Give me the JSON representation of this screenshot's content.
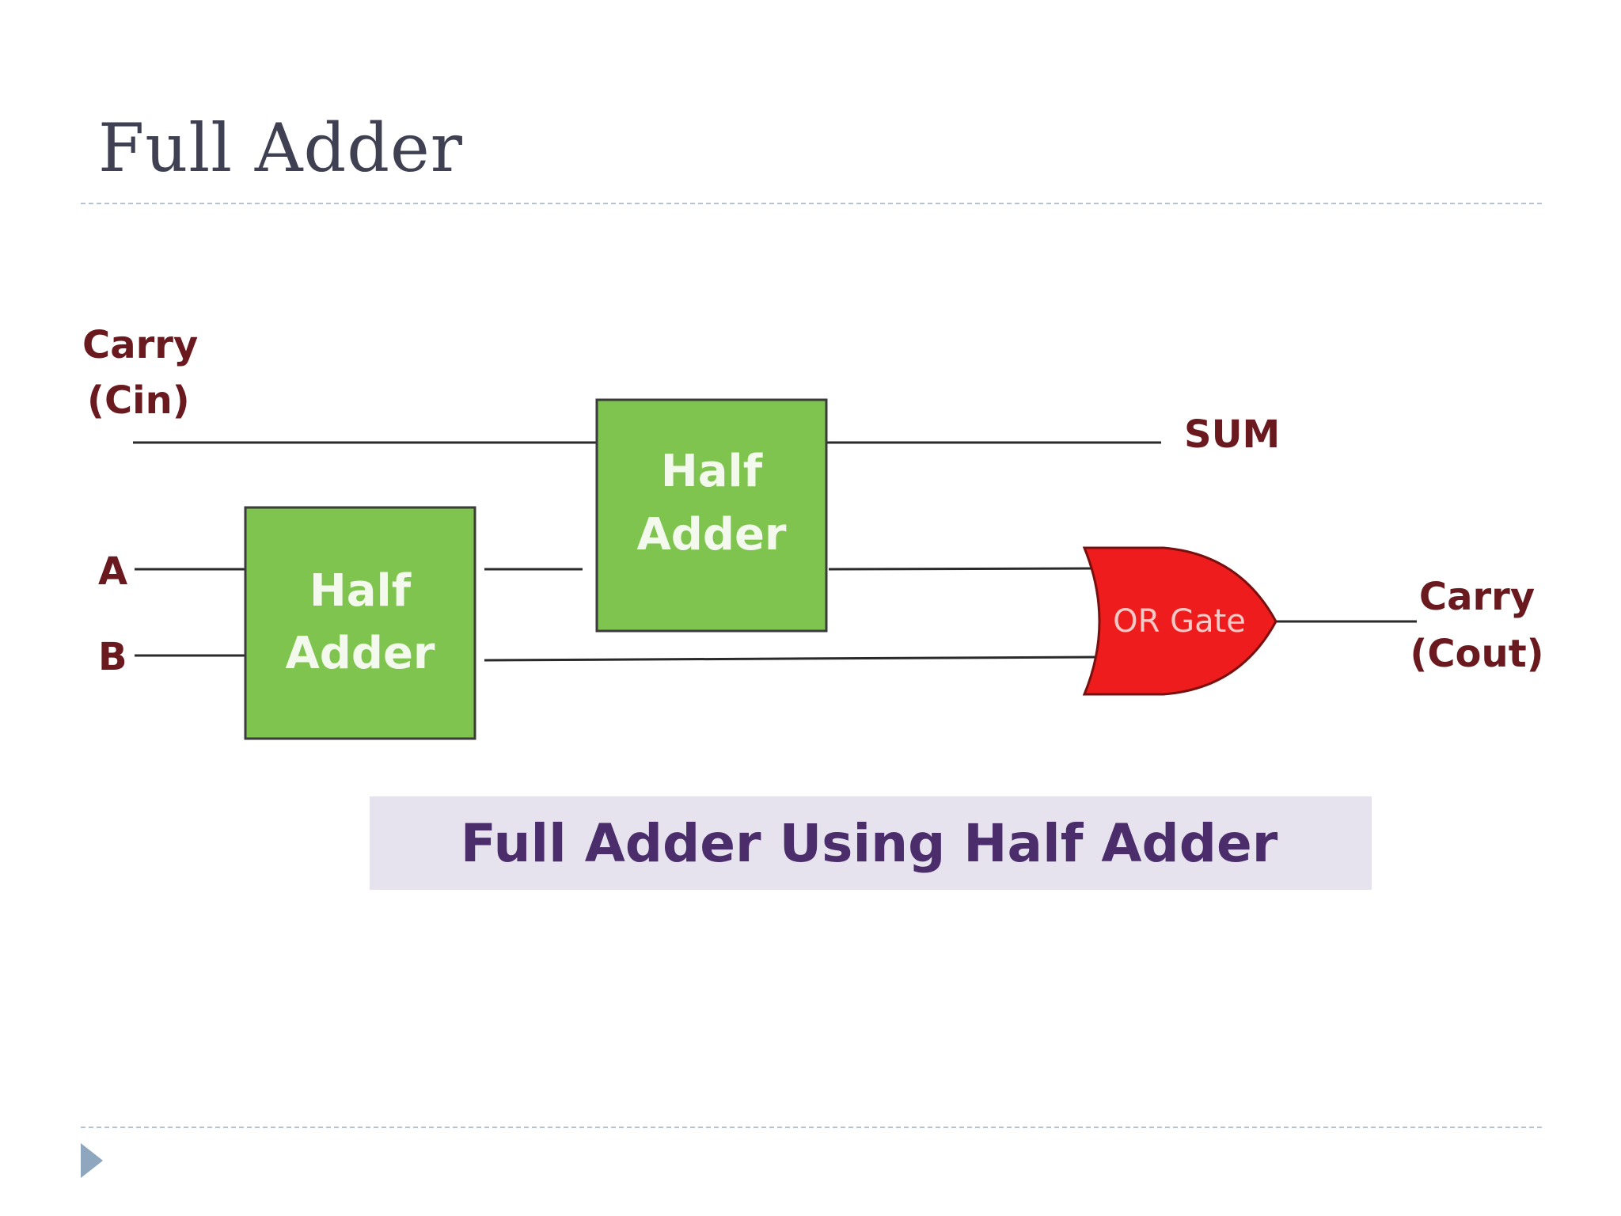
{
  "slide": {
    "title": "Full Adder"
  },
  "diagram": {
    "inputs": {
      "carry_in_line1": "Carry",
      "carry_in_line2": "(Cin)",
      "a": "A",
      "b": "B"
    },
    "half_adder_1": {
      "line1": "Half",
      "line2": "Adder"
    },
    "half_adder_2": {
      "line1": "Half",
      "line2": "Adder"
    },
    "or_gate": "OR Gate",
    "outputs": {
      "sum": "SUM",
      "carry_out_line1": "Carry",
      "carry_out_line2": "(Cout)"
    },
    "caption": "Full Adder Using Half Adder"
  },
  "colors": {
    "half_adder_fill": "#7ec44e",
    "or_gate_fill": "#ee1c1c",
    "label_color": "#6a1a1e",
    "caption_color": "#4b2d6b",
    "caption_background": "#e7e3ee",
    "title_color": "#3f4152",
    "rule_color": "#b5c2d1"
  }
}
